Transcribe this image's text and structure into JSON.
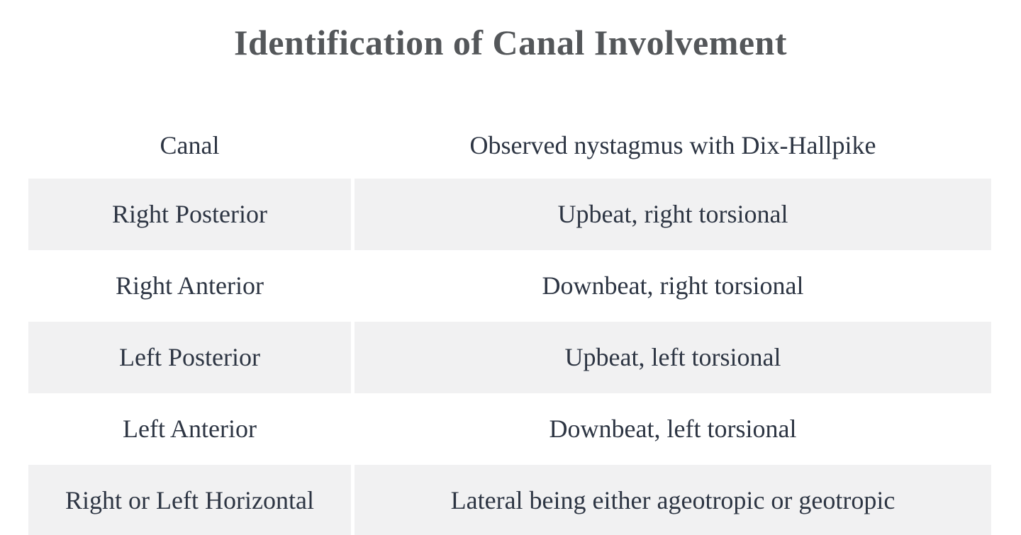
{
  "title": "Identification of Canal Involvement",
  "colors": {
    "background": "#ffffff",
    "striped_row": "#f1f1f2",
    "body_text": "#2d3543",
    "title_text": "#54575a"
  },
  "table": {
    "headers": {
      "canal": "Canal",
      "nystagmus": "Observed nystagmus with Dix-Hallpike"
    },
    "rows": [
      {
        "canal": "Right Posterior",
        "nystagmus": "Upbeat, right torsional"
      },
      {
        "canal": "Right Anterior",
        "nystagmus": "Downbeat, right torsional"
      },
      {
        "canal": "Left Posterior",
        "nystagmus": "Upbeat, left torsional"
      },
      {
        "canal": "Left Anterior",
        "nystagmus": "Downbeat, left torsional"
      },
      {
        "canal": "Right or Left Horizontal",
        "nystagmus": "Lateral being either ageotropic or geotropic"
      }
    ]
  }
}
